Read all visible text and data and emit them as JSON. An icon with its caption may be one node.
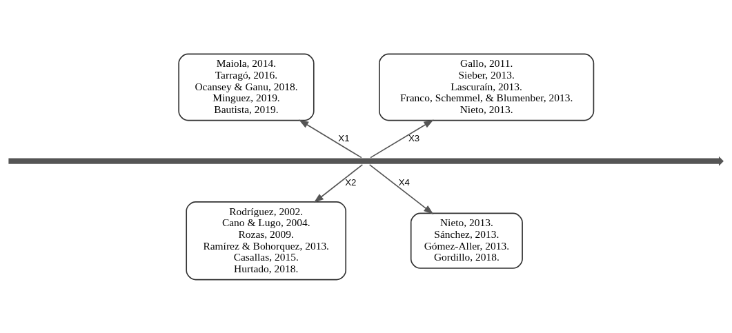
{
  "diagram": {
    "nodes": [
      {
        "text": [
          "Maiola, 2014.",
          "Tarragó, 2016.",
          "Ocansey & Ganu, 2018.",
          "Minguez, 2019.",
          "Bautista, 2019."
        ]
      },
      {
        "text": [
          "Gallo, 2011.",
          "Sieber, 2013.",
          "Lascuraín, 2013.",
          "Franco, Schemmel, & Blumenber, 2013.",
          "Nieto, 2013."
        ]
      },
      {
        "text": [],
        "shape": "bar"
      },
      {
        "text": [
          "Rodríguez, 2002.",
          "Cano & Lugo, 2004.",
          "Rozas, 2009.",
          "Ramírez & Bohorquez, 2013.",
          "Casallas, 2015.",
          "Hurtado, 2018."
        ]
      },
      {
        "text": [
          "Nieto, 2013.",
          "Sánchez, 2013.",
          "Gómez-Aller, 2013.",
          "Gordillo, 2018."
        ]
      }
    ],
    "edges": [
      {
        "from": 2,
        "to": 0,
        "arrow": "to",
        "label": "X1"
      },
      {
        "from": 2,
        "to": 3,
        "arrow": "to",
        "label": "X2"
      },
      {
        "from": 2,
        "to": 1,
        "arrow": "to",
        "label": "X3"
      },
      {
        "from": 2,
        "to": 4,
        "arrow": "to",
        "label": "X4"
      }
    ]
  }
}
